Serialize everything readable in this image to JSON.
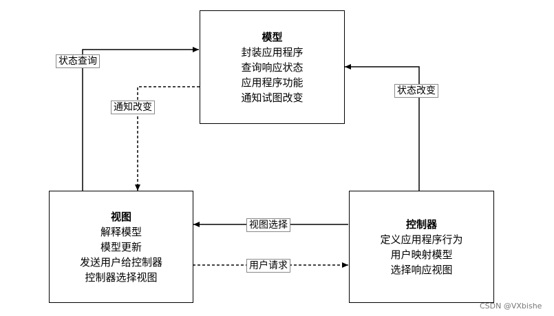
{
  "model": {
    "title": "模型",
    "lines": [
      "封装应用程序",
      "查询响应状态",
      "应用程序功能",
      "通知试图改变"
    ]
  },
  "view": {
    "title": "视图",
    "lines": [
      "解释模型",
      "模型更新",
      "发送用户给控制器",
      "控制器选择视图"
    ]
  },
  "controller": {
    "title": "控制器",
    "lines": [
      "定义应用程序行为",
      "用户映射模型",
      "选择响应视图"
    ]
  },
  "edges": {
    "state_query": "状态查询",
    "notify_change": "通知改变",
    "state_change": "状态改变",
    "view_select": "视图选择",
    "user_request": "用户请求"
  },
  "watermark": "CSDN @VXbishe"
}
